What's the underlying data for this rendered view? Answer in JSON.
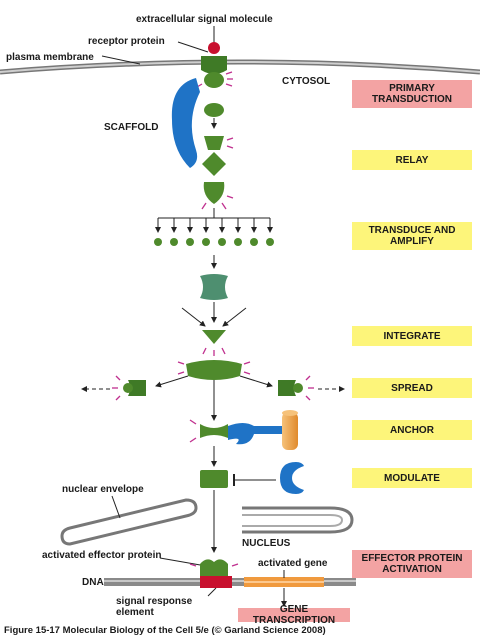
{
  "labels": {
    "extracellular_signal_molecule": "extracellular signal molecule",
    "receptor_protein": "receptor protein",
    "plasma_membrane": "plasma membrane",
    "cytosol": "CYTOSOL",
    "scaffold": "SCAFFOLD",
    "nuclear_envelope": "nuclear envelope",
    "nucleus": "NUCLEUS",
    "activated_effector_protein": "activated effector protein",
    "activated_gene": "activated gene",
    "dna": "DNA",
    "signal_response_element": "signal response\nelement"
  },
  "steps": {
    "primary_transduction": "PRIMARY\nTRANSDUCTION",
    "relay": "RELAY",
    "transduce_and_amplify": "TRANSDUCE AND\nAMPLIFY",
    "integrate": "INTEGRATE",
    "spread": "SPREAD",
    "anchor": "ANCHOR",
    "modulate": "MODULATE",
    "effector_protein_activation": "EFFECTOR PROTEIN\nACTIVATION",
    "gene_transcription": "GENE TRANSCRIPTION"
  },
  "caption": "Figure 15-17  Molecular Biology of the Cell 5/e (© Garland Science 2008)",
  "colors": {
    "protein_green": "#4f8a2c",
    "protein_dark_green": "#3f7a26",
    "teal_protein": "#4e8f70",
    "scaffold_blue": "#1f73c6",
    "anchor_orange": "#f0a044",
    "signal_red": "#c8102e",
    "phosphate_magenta": "#c0308f",
    "box_pink": "#f3a3a3",
    "box_yellow": "#fdf57a",
    "gene_orange": "#f09a3e",
    "response_element_red": "#c8102e"
  }
}
